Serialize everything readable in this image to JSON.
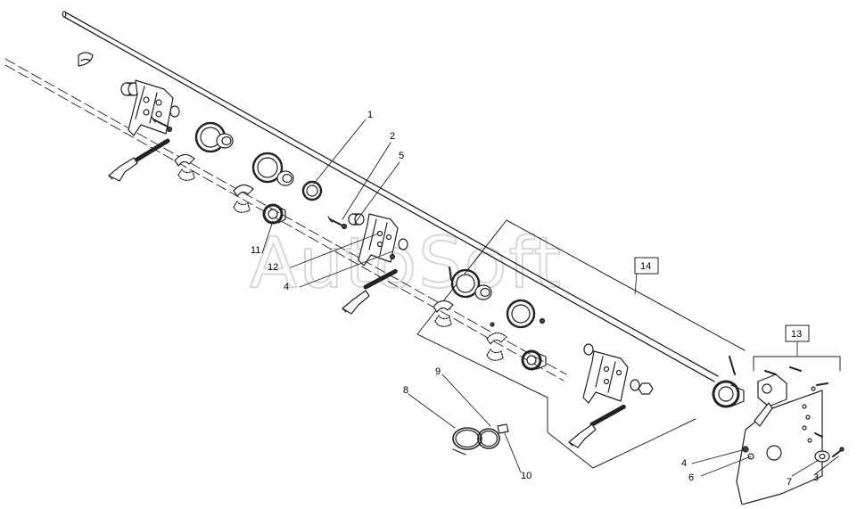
{
  "watermark": "AutoSoft",
  "callouts": {
    "c1": "1",
    "c2": "2",
    "c3": "3",
    "c4a": "4",
    "c4b": "4",
    "c5": "5",
    "c6": "6",
    "c7": "7",
    "c8": "8",
    "c9": "9",
    "c10": "10",
    "c11": "11",
    "c12": "12"
  },
  "group_labels": {
    "g13": "13",
    "g14": "14"
  },
  "colors": {
    "line": "#222222",
    "fill": "#ffffff",
    "watermark": "#d8d8d8",
    "dark": "#444444"
  }
}
